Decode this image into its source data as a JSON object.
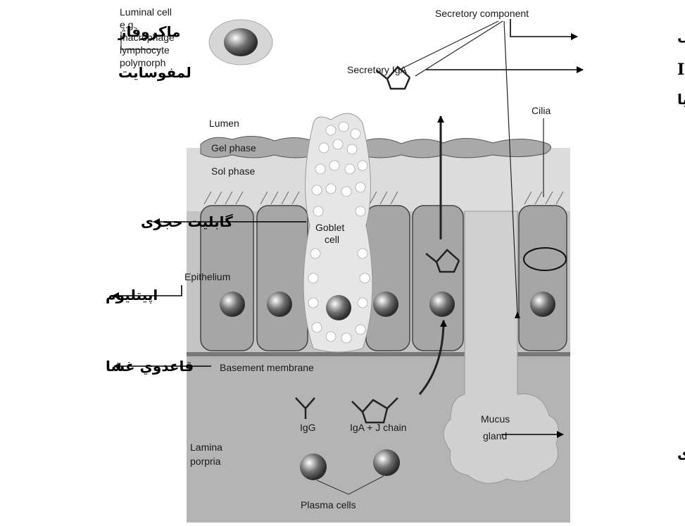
{
  "diagram": {
    "labels_en": {
      "luminal_cell": [
        "Luminal cell",
        "e.g.",
        "macrophage",
        "lymphocyte",
        "polymorph"
      ],
      "secretory_component": "Secretory component",
      "secretory_iga": "Secretory IgA",
      "cilia": "Cilia",
      "lumen": "Lumen",
      "gel_phase": "Gel phase",
      "sol_phase": "Sol phase",
      "goblet_cell": [
        "Goblet",
        "cell"
      ],
      "epithelium": "Epithelium",
      "basement_membrane": "Basement membrane",
      "igg": "IgG",
      "iga_j_chain": "IgA + J chain",
      "mucus_gland": [
        "Mucus",
        "gland"
      ],
      "lamina_propria": [
        "Lamina",
        "porpria"
      ],
      "plasma_cells": "Plasma cells"
    },
    "labels_fa": {
      "macrophage": "ماکروفاژ",
      "lymphocyte": "لمفوسایت",
      "secretory_component": "افرازی برخی",
      "secretory_iga": "افرازی IgA",
      "cilia": "سلیا",
      "goblet_cell": "گابلیت حجری",
      "epithelium": "اپیتلیوم",
      "basement_membrane": "قاعدوي غشا",
      "mucus_gland": "مخاطی غدی"
    },
    "colors": {
      "background": "#ffffff",
      "lumen_tone": "#d9d9d9",
      "tissue_tone": "#b5b5b5",
      "cell_tone": "#a8a8a8",
      "arrow": "#000000"
    }
  }
}
